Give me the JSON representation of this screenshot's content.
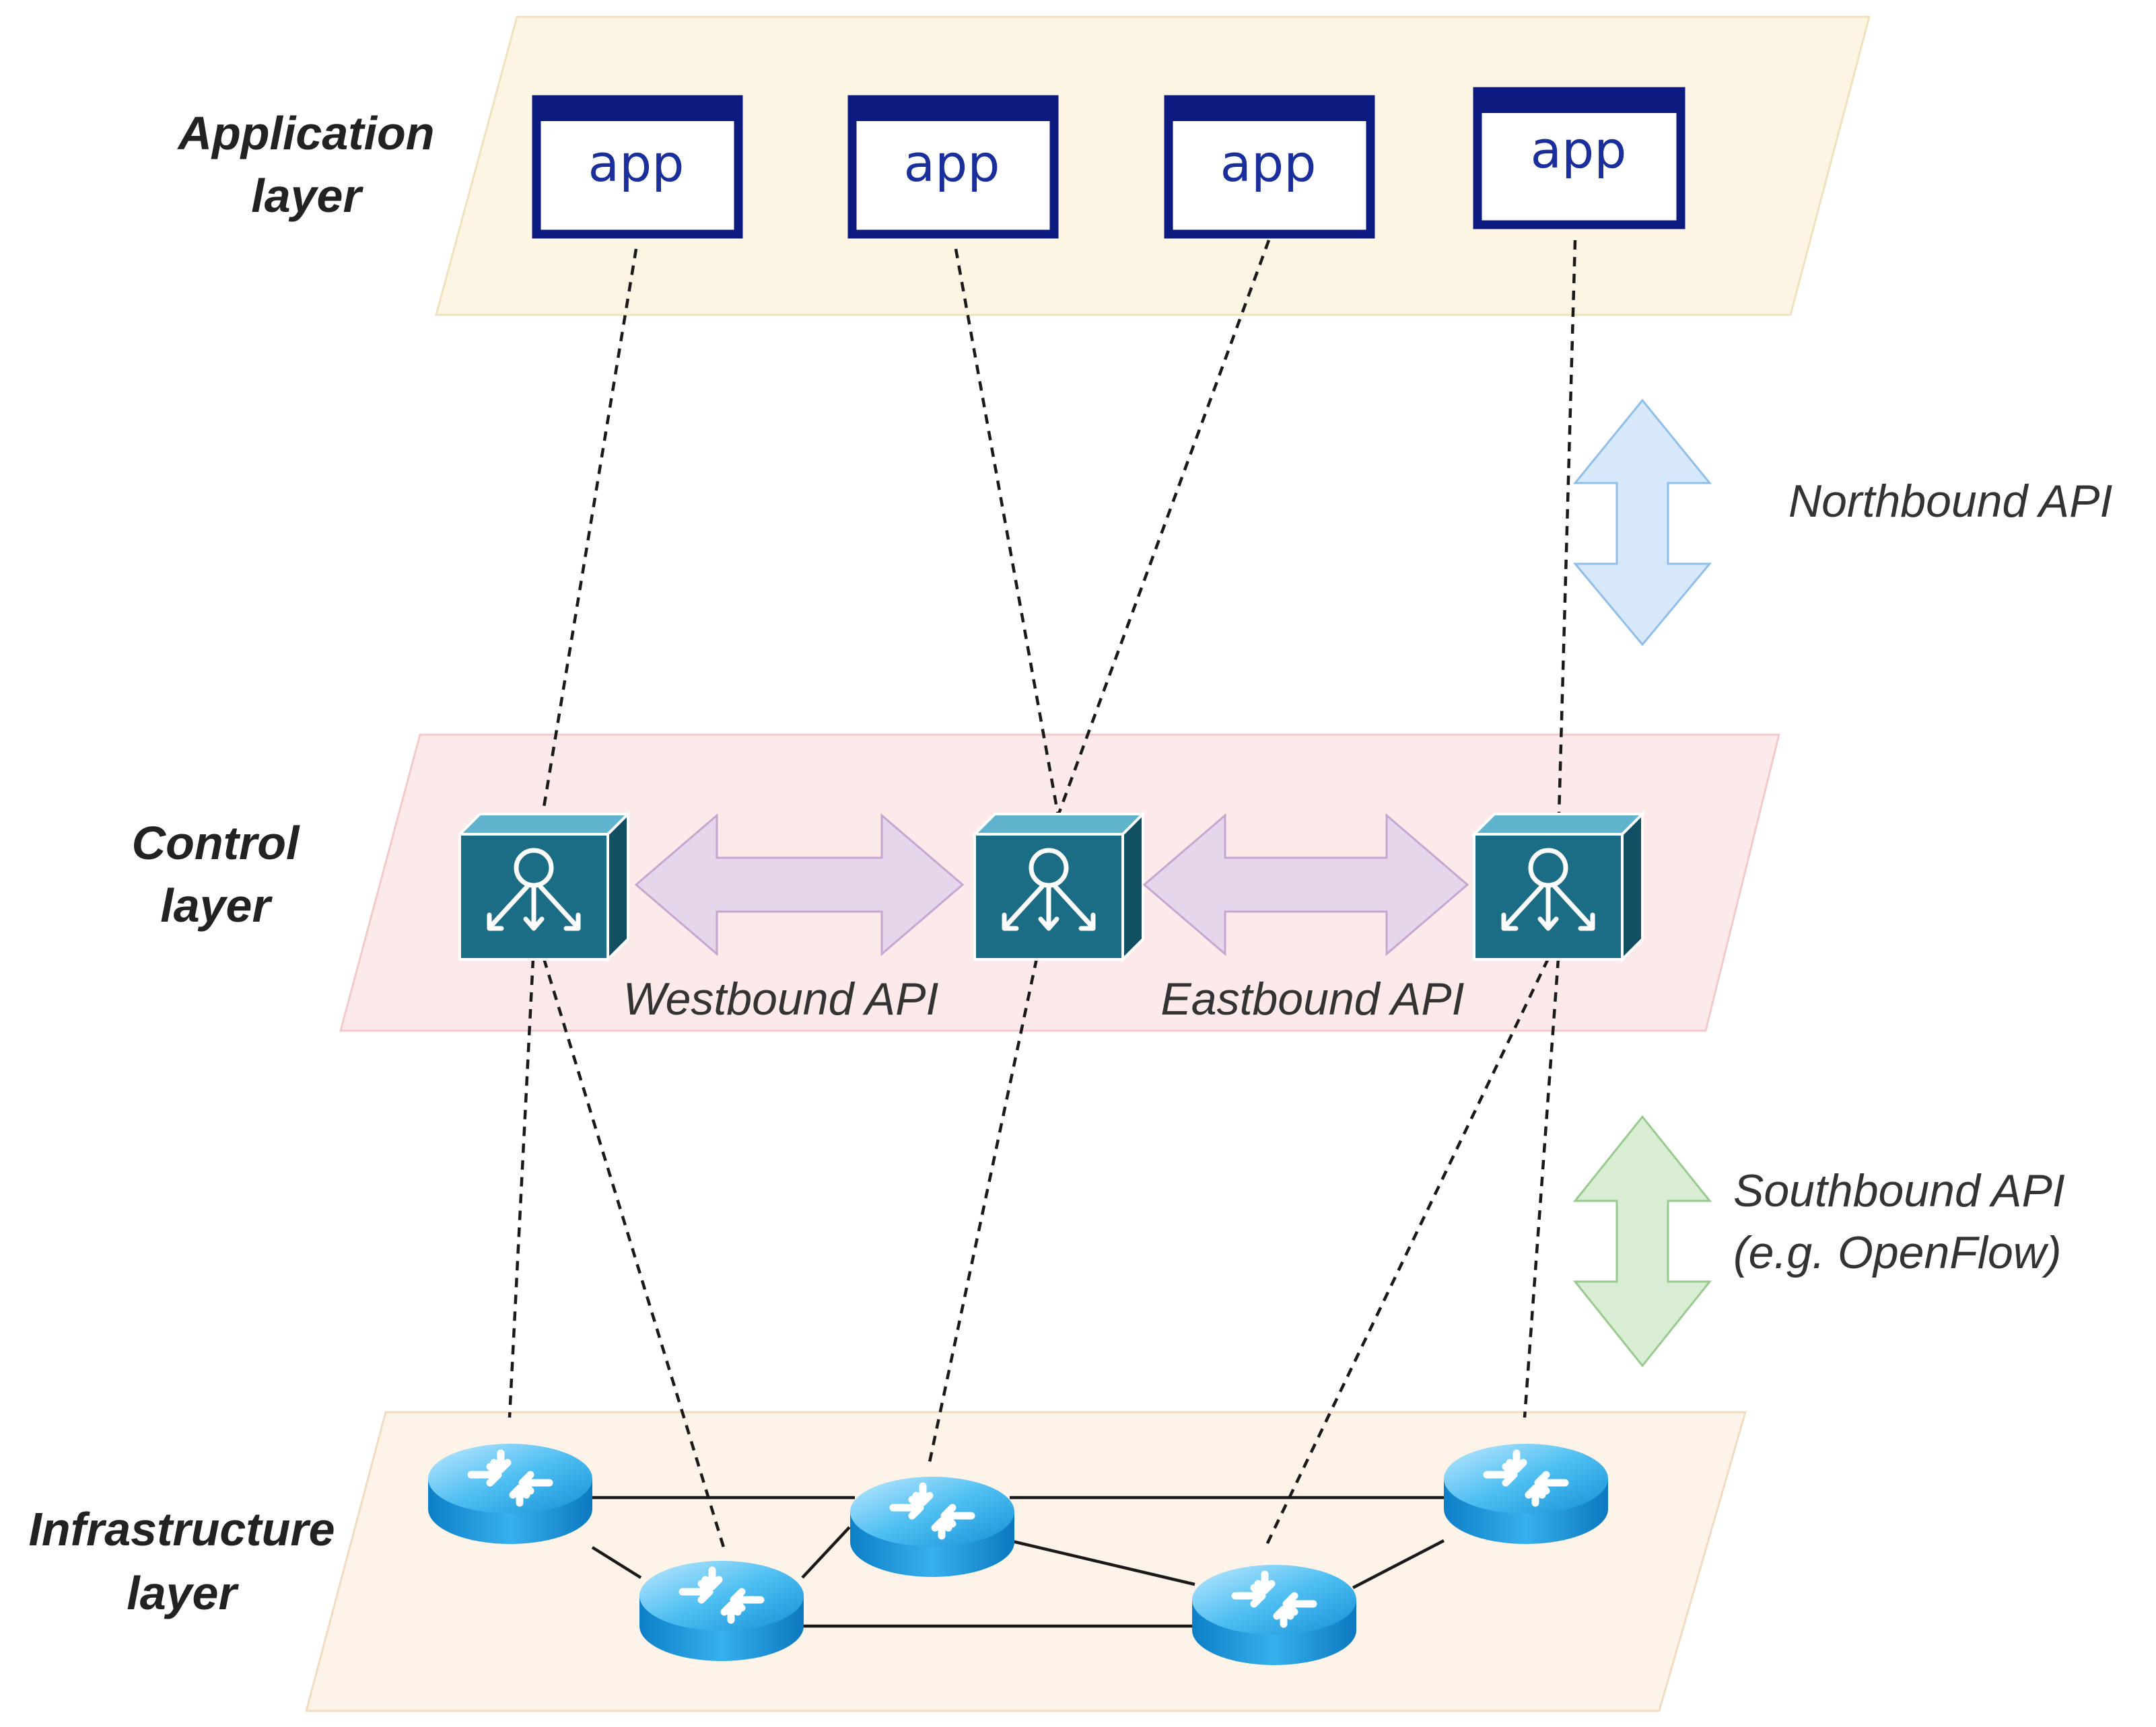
{
  "layers": {
    "application": {
      "line1": "Application",
      "line2": "layer"
    },
    "control": {
      "line1": "Control",
      "line2": "layer"
    },
    "infrastructure": {
      "line1": "Infrastructure",
      "line2": "layer"
    }
  },
  "apps": [
    "app",
    "app",
    "app",
    "app"
  ],
  "apis": {
    "northbound": "Northbound API",
    "westbound": "Westbound API",
    "eastbound": "Eastbound API",
    "southbound_line1": "Southbound API",
    "southbound_line2": "(e.g. OpenFlow)"
  },
  "colors": {
    "application_layer_fill": "#fdf5e4",
    "control_layer_fill": "#fce9e9",
    "infrastructure_layer_fill": "#fdf3e8",
    "app_border": "#0d1a80",
    "controller": "#1b6d86",
    "router": "#1a9fe0",
    "northbound_arrow": "#d6e8fa",
    "west_east_arrow": "#e6d6ec",
    "southbound_arrow": "#d9ecd4"
  }
}
